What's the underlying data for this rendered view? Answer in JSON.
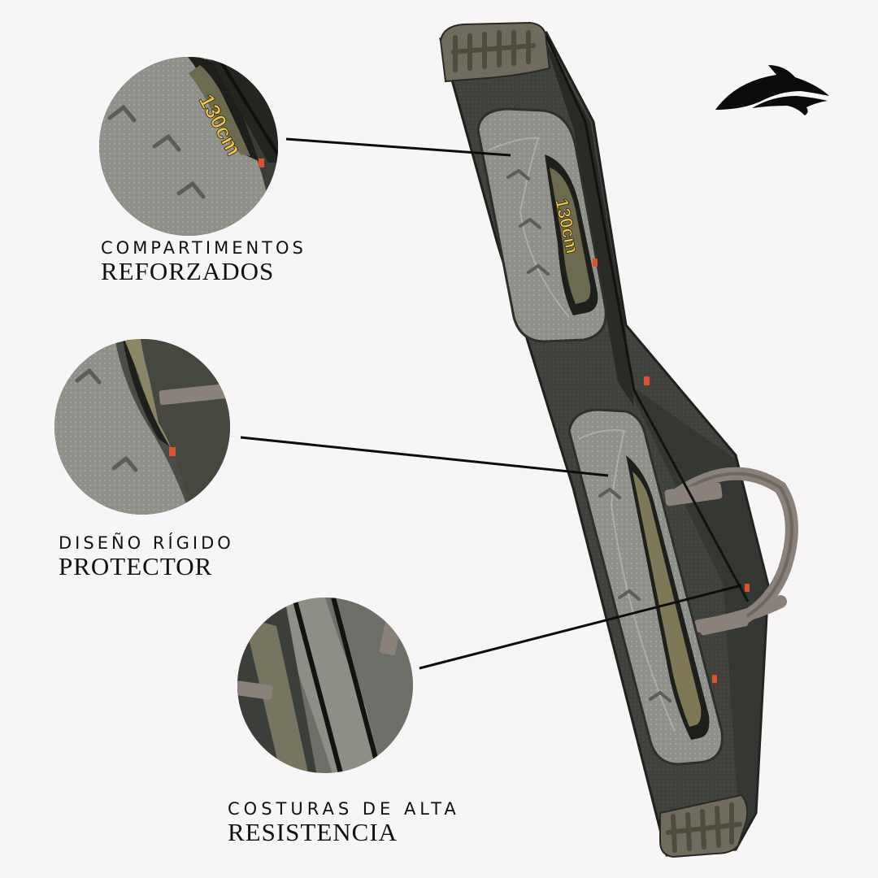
{
  "features": [
    {
      "label_small": "COMPARTIMENTOS",
      "label_big": "REFORZADOS"
    },
    {
      "label_small": "DISEÑO RÍGIDO",
      "label_big": "PROTECTOR"
    },
    {
      "label_small": "COSTURAS DE ALTA",
      "label_big": "RESISTENCIA"
    }
  ],
  "product": {
    "size_badge": "130cm",
    "size_badge_zoom": "130cm"
  },
  "colors": {
    "background": "#f7f5f6",
    "bag_body": "#3d403a",
    "bag_panel": "#8e8f89",
    "accent_gold": "#c9a94a",
    "zipper_pull": "#d9532b",
    "text": "#111111"
  },
  "icons": {
    "brand": "dolphin-logo-icon"
  }
}
